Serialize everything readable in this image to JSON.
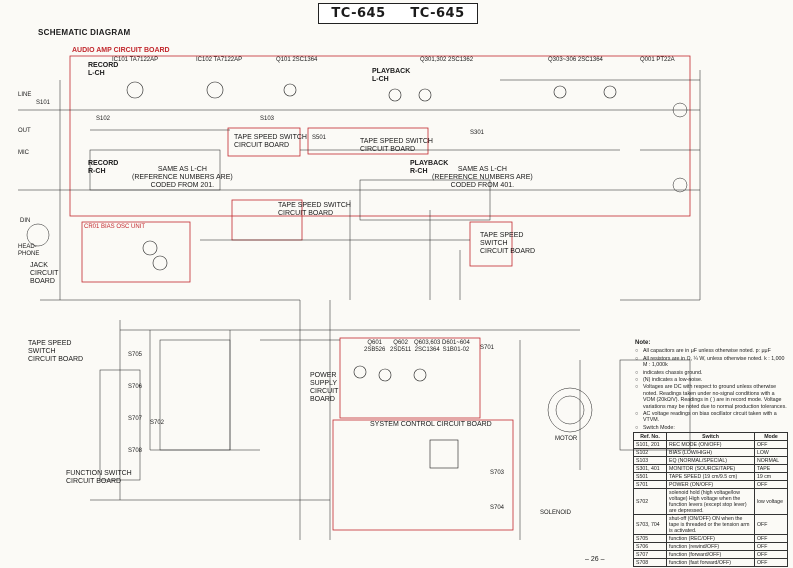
{
  "header": {
    "model_left": "TC-645",
    "model_right": "TC-645",
    "diagram_title": "SCHEMATIC DIAGRAM"
  },
  "boards": {
    "audio_amp": "AUDIO AMP CIRCUIT BOARD",
    "tape_speed_switch_top1": "TAPE SPEED SWITCH\nCIRCUIT BOARD",
    "tape_speed_switch_top2": "TAPE SPEED SWITCH\nCIRCUIT BOARD",
    "tape_speed_switch_mid": "TAPE SPEED SWITCH\nCIRCUIT BOARD",
    "tape_speed_switch_right": "TAPE SPEED\nSWITCH\nCIRCUIT BOARD",
    "tape_speed_switch_left": "TAPE SPEED\nSWITCH\nCIRCUIT BOARD",
    "jack": "JACK\nCIRCUIT\nBOARD",
    "power_supply": "POWER\nSUPPLY\nCIRCUIT\nBOARD",
    "system_control": "SYSTEM CONTROL CIRCUIT BOARD",
    "function_switch": "FUNCTION SWITCH\nCIRCUIT BOARD",
    "bias_osc": "CR01 BIAS OSC UNIT"
  },
  "channel_labels": {
    "record_lch": "RECORD\nL-CH",
    "playback_lch": "PLAYBACK\nL-CH",
    "record_rch": "RECORD\nR-CH",
    "playback_rch": "PLAYBACK\nR-CH",
    "same_as_lch_record": "SAME AS L-CH\n(REFERENCE NUMBERS ARE)\nCODED FROM 201.",
    "same_as_lch_playback": "SAME AS L-CH\n(REFERENCE NUMBERS ARE)\nCODED FROM 401."
  },
  "transistor_labels": [
    "IC101 TA7122AP",
    "IC102 TA7122AP",
    "Q101 2SC1364",
    "Q301,302 2SC1362",
    "Q303~306 2SC1364",
    "Q001 PT22A"
  ],
  "power_transistors": [
    "Q601\n2SB526",
    "Q602\n2SD511",
    "Q603,603\n2SC1364",
    "D601~604\nS1B01-02"
  ],
  "connector_labels": [
    "LINE",
    "MIC",
    "DIN",
    "OUT",
    "HEAD-\nPHONE",
    "S101",
    "S102",
    "S103",
    "S301",
    "S501",
    "S701",
    "S702",
    "S703",
    "S704",
    "S705",
    "S706",
    "S707",
    "S708",
    "MOTOR",
    "SOLENOID"
  ],
  "notes": {
    "heading": "Note:",
    "items": [
      "All capacitors are in μF unless otherwise noted. p: μμF",
      "All resistors are in Ω, ¼ W, unless otherwise noted. k : 1,000   M : 1,000k",
      "indicates chassis ground.",
      "(N) indicates a low-noise.",
      "Voltages are DC with respect to ground unless otherwise noted. Readings taken under no-signal conditions with a VOM (20kΩ/V). Readings in ( ) are in record mode. Voltage variations may be noted due to normal production tolerances.",
      "AC voltage readings on bias oscillator circuit taken with a VTVM.",
      "Switch Mode:"
    ]
  },
  "switch_table": {
    "headers": [
      "Ref. No.",
      "Switch",
      "Mode"
    ],
    "rows": [
      [
        "S101, 201",
        "REC MODE (ON/OFF)",
        "OFF"
      ],
      [
        "S102",
        "BIAS (LOW/HIGH)",
        "LOW"
      ],
      [
        "S103",
        "EQ (NORMAL/SPECIAL)",
        "NORMAL"
      ],
      [
        "S301, 401",
        "MONITOR (SOURCE/TAPE)",
        "TAPE"
      ],
      [
        "S501",
        "TAPE SPEED (19 cm/9.5 cm)",
        "19 cm"
      ],
      [
        "S701",
        "POWER (ON/OFF)",
        "OFF"
      ],
      [
        "S702",
        "solenoid hold (high voltage/low voltage) High voltage when the function levers (except stop lever) are depressed.",
        "low voltage"
      ],
      [
        "S703, 704",
        "shut-off (ON/OFF) ON when the tape is threaded or the tension arm is activated.",
        "OFF"
      ],
      [
        "S705",
        "function (REC/OFF)",
        "OFF"
      ],
      [
        "S706",
        "function (rewind/OFF)",
        "OFF"
      ],
      [
        "S707",
        "function (forward/OFF)",
        "OFF"
      ],
      [
        "S708",
        "function (fast forward/OFF)",
        "OFF"
      ]
    ]
  },
  "page_number": "– 26 –",
  "colors": {
    "board_outline": "#c2282d",
    "line": "#1b1b1b",
    "paper": "#fbfaf6"
  }
}
